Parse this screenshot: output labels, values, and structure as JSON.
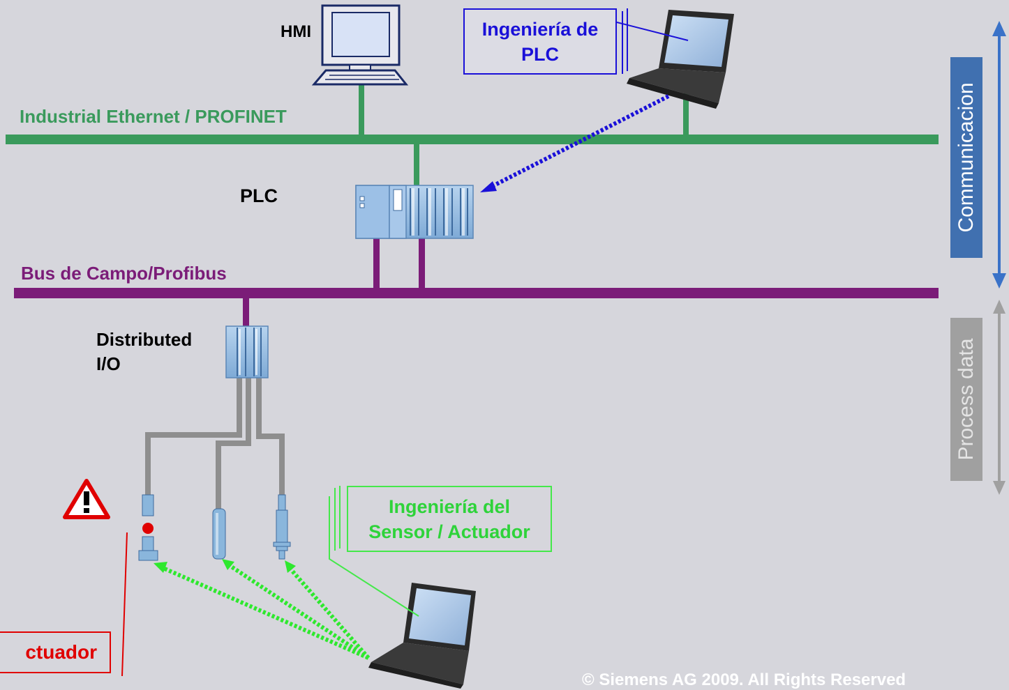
{
  "labels": {
    "hmi": "HMI",
    "industrial_ethernet": "Industrial Ethernet / PROFINET",
    "plc": "PLC",
    "fieldbus": "Bus de Campo/Profibus",
    "distributed_io_line1": "Distributed",
    "distributed_io_line2": "I/O"
  },
  "callouts": {
    "plc_engineering_line1": "Ingeniería de",
    "plc_engineering_line2": "PLC",
    "sensor_engineering_line1": "Ingeniería del",
    "sensor_engineering_line2": "Sensor / Actuador",
    "actuator_partial": "ctuador"
  },
  "side_bars": {
    "communication": "Communicacion",
    "process_data": "Process data"
  },
  "footer": {
    "copyright": "© Siemens AG 2009. All Rights Reserved"
  },
  "colors": {
    "background": "#d6d6dc",
    "ethernet": "#3a9a5c",
    "fieldbus": "#7b1c78",
    "sensor_cable": "#8e8e8e",
    "plc_link": "#1a10d8",
    "sensor_link": "#2ee82e",
    "alert": "#e00000",
    "device_blue": "#8ab6dc",
    "communication_bar": "#4070b0",
    "process_bar": "#a0a0a0"
  }
}
